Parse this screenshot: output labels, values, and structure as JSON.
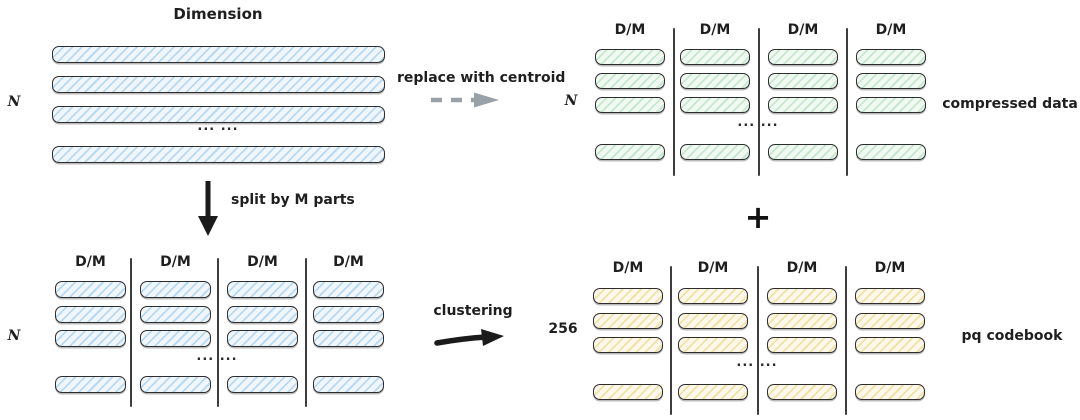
{
  "colors": {
    "ink": "#2d2d2d",
    "arrow_gray": "#99a1a8",
    "arrow_black": "#1b1b1b",
    "blue_fill": "#eff7fd",
    "blue_hatch": "#bad9f1",
    "green_fill": "#f1faf2",
    "green_hatch": "#c5e7cc",
    "yellow_fill": "#fdf8e9",
    "yellow_hatch": "#f1e1a9"
  },
  "original": {
    "title": "Dimension",
    "row_label": "N",
    "rows": 4,
    "ellipsis": "... ..."
  },
  "compressed": {
    "column_label": "D/M",
    "columns": 4,
    "rows": 4,
    "row_label": "N",
    "caption": "compressed data",
    "ellipsis": "... ..."
  },
  "split_block": {
    "column_label": "D/M",
    "columns": 4,
    "rows": 4,
    "row_label": "N",
    "ellipsis": "... ..."
  },
  "codebook": {
    "column_label": "D/M",
    "columns": 4,
    "rows": 4,
    "row_label": "256",
    "caption": "pq codebook",
    "ellipsis": "... ..."
  },
  "arrows": {
    "replace_label": "replace with centroid",
    "split_label": "split by M parts",
    "clustering_label": "clustering",
    "plus": "+"
  }
}
